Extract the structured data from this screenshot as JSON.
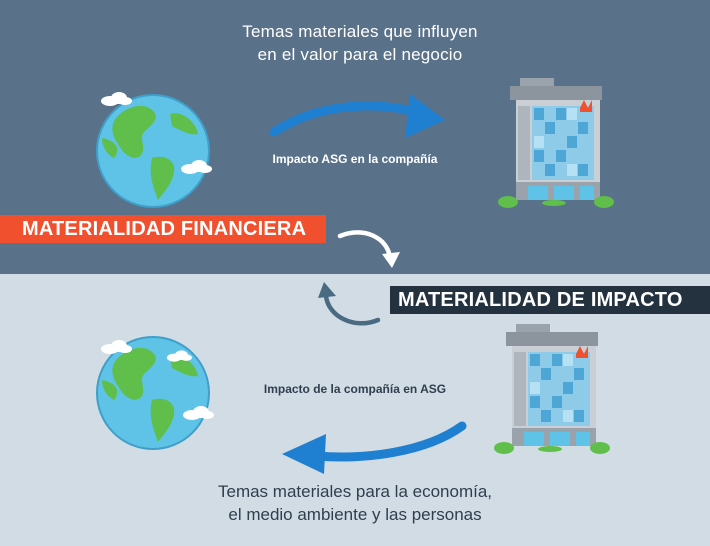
{
  "top_section": {
    "title_line1": "Temas materiales que influyen",
    "title_line2": "en el valor para el negocio",
    "arrow_label": "Impacto ASG en la compañía",
    "badge": "MATERIALIDAD FINANCIERA"
  },
  "bottom_section": {
    "badge": "MATERIALIDAD DE IMPACTO",
    "arrow_label": "Impacto de la compañía en ASG",
    "title_line1": "Temas materiales para la economía,",
    "title_line2": "el medio ambiente y las personas"
  },
  "colors": {
    "top_background": "#5a718a",
    "bottom_background": "#d2dce5",
    "financial_badge": "#f0502d",
    "impact_badge": "#243240",
    "arrow_blue": "#1f7fd0"
  },
  "icons": [
    "globe-icon",
    "building-icon",
    "blue-arrow-right-icon",
    "blue-arrow-left-icon",
    "cycle-arrows-icon",
    "cloud-icon"
  ]
}
